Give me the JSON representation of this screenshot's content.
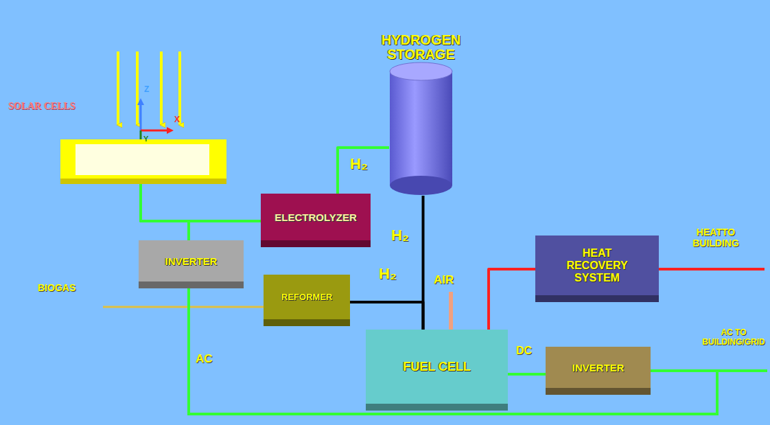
{
  "diagram": {
    "nodes": [
      {
        "text": [
          "SOLAR CELLS"
        ]
      },
      {
        "text": [
          "HYDROGEN STORAGE"
        ]
      },
      {
        "text": [
          "ELECTROLYZER"
        ]
      },
      {
        "text": [
          "INVERTER"
        ]
      },
      {
        "text": [
          "REFORMER"
        ]
      },
      {
        "text": [
          "HEAT RECOVERY SYSTEM"
        ]
      },
      {
        "text": [
          "FUEL CELL"
        ]
      },
      {
        "text": [
          "INVERTER"
        ]
      }
    ],
    "edges": [
      {
        "from": 0,
        "to": 2,
        "arrow": "none"
      },
      {
        "from": 0,
        "to": 3,
        "arrow": "none"
      },
      {
        "from": 2,
        "to": 1,
        "label": "H₂",
        "arrow": "none"
      },
      {
        "from": 1,
        "to": 6,
        "label": "H₂",
        "arrow": "none"
      },
      {
        "from": 4,
        "to": 6,
        "label": "H₂",
        "arrow": "none"
      },
      {
        "from": 6,
        "to": 5,
        "arrow": "none"
      },
      {
        "from": 6,
        "to": 7,
        "label": "DC",
        "arrow": "none"
      }
    ],
    "labels": [
      "Z",
      "X",
      "Y",
      "BIOGAS",
      "AIR",
      "HEATTO BUILDING",
      "AC TO BUILDING/GRID",
      "AC"
    ]
  }
}
